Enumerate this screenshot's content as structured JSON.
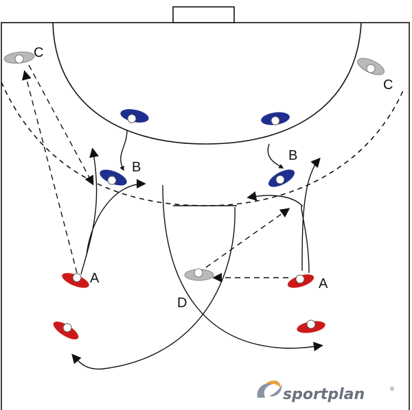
{
  "players": {
    "a_label": "A",
    "b_label": "B",
    "c_label": "C",
    "d_label": "D"
  },
  "logo": {
    "text": "sportplan",
    "mark": "®"
  },
  "colors": {
    "attacker_red": "#cc1a1a",
    "defender_blue": "#1f2f8f",
    "neutral_grey": "#b9b9b9",
    "line": "#111111",
    "brand_grey": "#6b7280",
    "brand_orange": "#e8a23a"
  }
}
